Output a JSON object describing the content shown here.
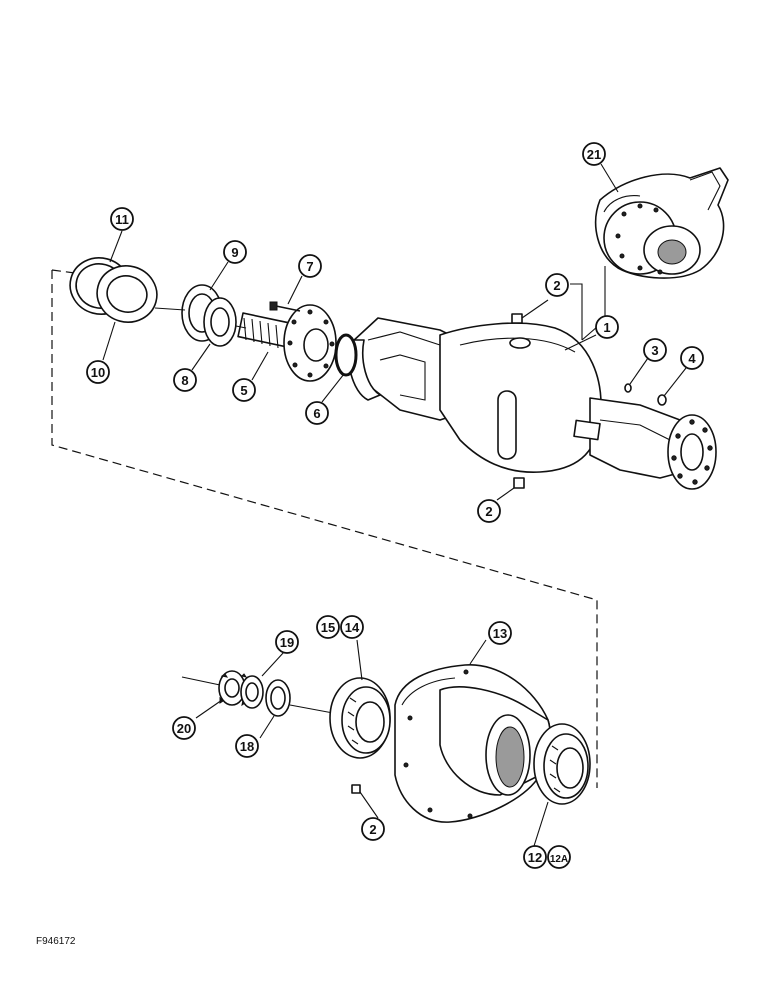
{
  "figure_code": "F946172",
  "callouts": [
    {
      "id": "c21",
      "label": "21"
    },
    {
      "id": "c11",
      "label": "11"
    },
    {
      "id": "c9",
      "label": "9"
    },
    {
      "id": "c7",
      "label": "7"
    },
    {
      "id": "c2a",
      "label": "2"
    },
    {
      "id": "c1",
      "label": "1"
    },
    {
      "id": "c3",
      "label": "3"
    },
    {
      "id": "c4",
      "label": "4"
    },
    {
      "id": "c10",
      "label": "10"
    },
    {
      "id": "c8",
      "label": "8"
    },
    {
      "id": "c5",
      "label": "5"
    },
    {
      "id": "c6",
      "label": "6"
    },
    {
      "id": "c2b",
      "label": "2"
    },
    {
      "id": "c15",
      "label": "15"
    },
    {
      "id": "c14",
      "label": "14"
    },
    {
      "id": "c13",
      "label": "13"
    },
    {
      "id": "c19",
      "label": "19"
    },
    {
      "id": "c20",
      "label": "20"
    },
    {
      "id": "c18",
      "label": "18"
    },
    {
      "id": "c2c",
      "label": "2"
    },
    {
      "id": "c12",
      "label": "12"
    },
    {
      "id": "c12a",
      "label": "12A"
    }
  ]
}
